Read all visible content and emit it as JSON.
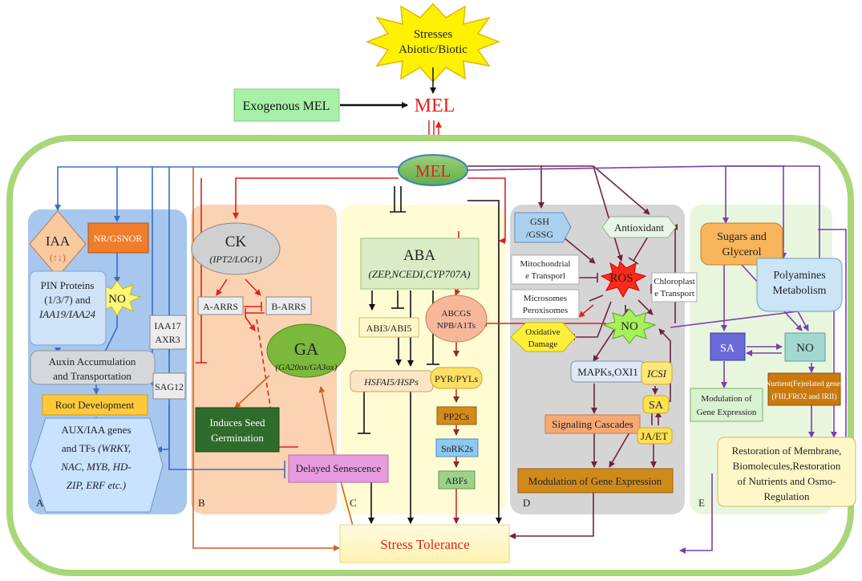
{
  "diagram": {
    "stresses": {
      "line1": "Stresses",
      "line2": "Abiotic/Biotic"
    },
    "exogenous": "Exogenous MEL",
    "mel_top": "MEL",
    "mel_hub": "MEL",
    "tolerance": "Stress Tolerance",
    "panel_a": {
      "letter": "A",
      "iaa": "IAA",
      "iaa_arrows": "(↑↓)",
      "nr": "NR/GSNOR",
      "no": "NO",
      "pin": [
        "PIN Proteins",
        "(1/3/7) and",
        "IAA19/IAA24"
      ],
      "iaa17": [
        "IAA17",
        "AXR3"
      ],
      "auxin": [
        "Auxin Accumulation",
        "and Transportation"
      ],
      "sag": "SAG12",
      "root": "Root Development",
      "aux_genes": [
        "AUX/IAA  genes",
        "and TFs",
        "(WRKY,",
        "NAC, MYB, HD-",
        "ZIP, ERF etc.)"
      ]
    },
    "panel_b": {
      "letter": "B",
      "ck": "CK",
      "ck_genes": "(IPT2/LOG1)",
      "a_arrs": "A-ARRS",
      "b_arrs": "B-ARRS",
      "ga": "GA",
      "ga_genes": "(GA20ox/GA3ox)",
      "seed": [
        "Induces Seed",
        "Germination"
      ],
      "senescence": "Delayed Senescence"
    },
    "panel_c": {
      "letter": "C",
      "aba": "ABA",
      "aba_genes": "(ZEP,NCEDI,CYP707A)",
      "abi": "ABI3/ABI5",
      "abcg": [
        "ABCGS",
        "NPB/A1Ts"
      ],
      "hsf": "HSFAI5/HSPs",
      "pyr": "PYR/PYLs",
      "pp2c": "PP2Cs",
      "snrk": "SnRK2s",
      "abf": "ABFs"
    },
    "panel_d": {
      "letter": "D",
      "gsh": [
        "GSH",
        "/GSSG"
      ],
      "antioxidant": "Antioxidant",
      "mito": [
        "Mitochondrial",
        "e Transporl"
      ],
      "ros": "ROS",
      "chloro": [
        "Chloroplast",
        "e Transport"
      ],
      "micro": [
        "Microsomes",
        "Peroxisomes"
      ],
      "oxidative": [
        "Oxidative",
        "Damage"
      ],
      "no": "NO",
      "mapk": "MAPKs,OXI1",
      "icsi": "ICSI",
      "sa": "SA",
      "signal": "Signaling Cascades",
      "jaet": "JA/ET",
      "modulation": "Modulation of Gene Expression"
    },
    "panel_e": {
      "letter": "E",
      "sugars": [
        "Sugars and",
        "Glycerol"
      ],
      "polyamines": [
        "Polyamines",
        "Metabolism"
      ],
      "sa": "SA",
      "no": "NO",
      "nutrient": [
        "Nurtient(Fe)related genes",
        "(FIII,FRO2 and IRII)"
      ],
      "modulation": [
        "Modulation of",
        "Gene Expression"
      ],
      "restoration": [
        "Restoration of Membrane,",
        "Biomolecules,Restoration",
        "of Nutrients and Osmo-",
        "Regulation"
      ]
    }
  }
}
